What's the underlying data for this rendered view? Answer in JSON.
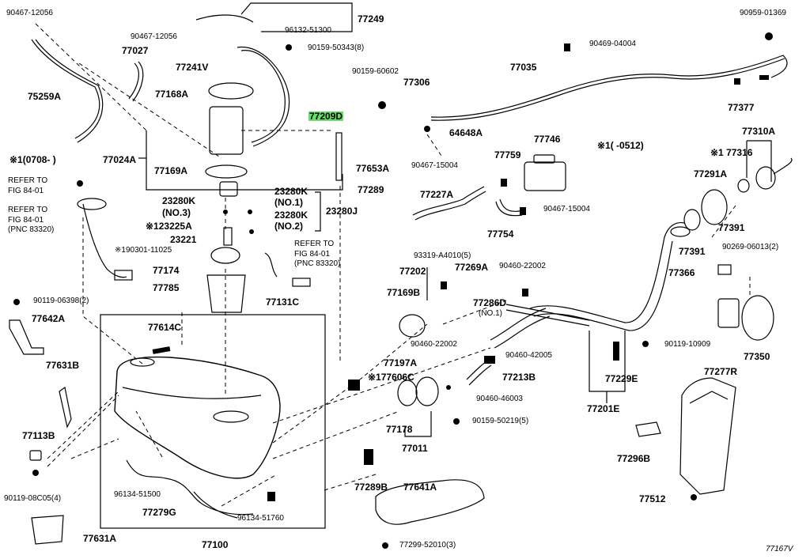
{
  "diagram_id": "77167V",
  "notes": {
    "note_1": "※1(0708-     )",
    "note_2": "※1(     -0512)",
    "refer_1": "REFER TO\nFIG 84-01",
    "refer_2": "REFER TO\nFIG 84-01\n(PNC 83320)",
    "refer_3": "REFER TO\nFIG 84-01\n(PNC 83320)"
  },
  "labels": [
    {
      "id": "p90467-12056-a",
      "text": "90467-12056",
      "size": "s"
    },
    {
      "id": "p77249",
      "text": "77249",
      "size": "b"
    },
    {
      "id": "p96132-51300",
      "text": "96132-51300",
      "size": "s"
    },
    {
      "id": "p90467-12056-b",
      "text": "90467-12056",
      "size": "s"
    },
    {
      "id": "p77027",
      "text": "77027",
      "size": "b"
    },
    {
      "id": "p77241v",
      "text": "77241V",
      "size": "b"
    },
    {
      "id": "p90159-50343",
      "text": "90159-50343(8)",
      "size": "s"
    },
    {
      "id": "p75259a",
      "text": "75259A",
      "size": "b"
    },
    {
      "id": "p77168a",
      "text": "77168A",
      "size": "b"
    },
    {
      "id": "p77209d",
      "text": "77209D",
      "size": "b",
      "highlight": true
    },
    {
      "id": "p77024a",
      "text": "77024A",
      "size": "b"
    },
    {
      "id": "p77169a-top",
      "text": "77169A",
      "size": "b"
    },
    {
      "id": "p77653a",
      "text": "77653A",
      "size": "b"
    },
    {
      "id": "p77289",
      "text": "77289",
      "size": "b"
    },
    {
      "id": "p23280k-1",
      "text": "23280K",
      "size": "b"
    },
    {
      "id": "p23280k-1-no",
      "text": "(NO.1)",
      "size": "b"
    },
    {
      "id": "p23280j",
      "text": "23280J",
      "size": "b"
    },
    {
      "id": "p23280k-3",
      "text": "23280K",
      "size": "b"
    },
    {
      "id": "p23280k-3-no",
      "text": "(NO.3)",
      "size": "b"
    },
    {
      "id": "p23280k-2",
      "text": "23280K",
      "size": "b"
    },
    {
      "id": "p23280k-2-no",
      "text": "(NO.2)",
      "size": "b"
    },
    {
      "id": "p123225a",
      "text": "※123225A",
      "size": "b"
    },
    {
      "id": "p23221",
      "text": "23221",
      "size": "b"
    },
    {
      "id": "p90301-11025",
      "text": "※190301-11025",
      "size": "s"
    },
    {
      "id": "p77174",
      "text": "77174",
      "size": "b"
    },
    {
      "id": "p77785",
      "text": "77785",
      "size": "b"
    },
    {
      "id": "p77131c",
      "text": "77131C",
      "size": "b"
    },
    {
      "id": "p90119-06398",
      "text": "90119-06398(2)",
      "size": "s"
    },
    {
      "id": "p77642a",
      "text": "77642A",
      "size": "b"
    },
    {
      "id": "p77614c",
      "text": "77614C",
      "size": "b"
    },
    {
      "id": "p77631b",
      "text": "77631B",
      "size": "b"
    },
    {
      "id": "p77113b",
      "text": "77113B",
      "size": "b"
    },
    {
      "id": "p90119-08c05",
      "text": "90119-08C05(4)",
      "size": "s"
    },
    {
      "id": "p77631a",
      "text": "77631A",
      "size": "b"
    },
    {
      "id": "p96134-51500",
      "text": "96134-51500",
      "size": "s"
    },
    {
      "id": "p77279g",
      "text": "77279G",
      "size": "b"
    },
    {
      "id": "p96134-51760",
      "text": "96134-51760",
      "size": "s"
    },
    {
      "id": "p77100",
      "text": "77100",
      "size": "b"
    },
    {
      "id": "p90469-04004",
      "text": "90469-04004",
      "size": "s"
    },
    {
      "id": "p90959-01369",
      "text": "90959-01369",
      "size": "s"
    },
    {
      "id": "p90159-60602",
      "text": "90159-60602",
      "size": "s"
    },
    {
      "id": "p77306",
      "text": "77306",
      "size": "b"
    },
    {
      "id": "p77035",
      "text": "77035",
      "size": "b"
    },
    {
      "id": "p77377",
      "text": "77377",
      "size": "b"
    },
    {
      "id": "p64648a",
      "text": "64648A",
      "size": "b"
    },
    {
      "id": "p77310a",
      "text": "77310A",
      "size": "b"
    },
    {
      "id": "p77316",
      "text": "※1 77316",
      "size": "b"
    },
    {
      "id": "p77759",
      "text": "77759",
      "size": "b"
    },
    {
      "id": "p77746",
      "text": "77746",
      "size": "b"
    },
    {
      "id": "p90467-15004-a",
      "text": "90467-15004",
      "size": "s"
    },
    {
      "id": "p77291a",
      "text": "77291A",
      "size": "b"
    },
    {
      "id": "p77227a",
      "text": "77227A",
      "size": "b"
    },
    {
      "id": "p90467-15004-b",
      "text": "90467-15004",
      "size": "s"
    },
    {
      "id": "p77754",
      "text": "77754",
      "size": "b"
    },
    {
      "id": "p77391-a",
      "text": "77391",
      "size": "b"
    },
    {
      "id": "p77391-b",
      "text": "77391",
      "size": "b"
    },
    {
      "id": "p90269-06013",
      "text": "90269-06013(2)",
      "size": "s"
    },
    {
      "id": "p93319-a4010",
      "text": "93319-A4010(5)",
      "size": "s"
    },
    {
      "id": "p77202",
      "text": "77202",
      "size": "b"
    },
    {
      "id": "p77269a",
      "text": "77269A",
      "size": "b"
    },
    {
      "id": "p90460-22002-a",
      "text": "90460-22002",
      "size": "s"
    },
    {
      "id": "p77366",
      "text": "77366",
      "size": "b"
    },
    {
      "id": "p77169b",
      "text": "77169B",
      "size": "b"
    },
    {
      "id": "p77286d",
      "text": "77286D",
      "size": "b"
    },
    {
      "id": "p77286d-no",
      "text": "(NO.1)",
      "size": "s"
    },
    {
      "id": "p90460-22002-b",
      "text": "90460-22002",
      "size": "s"
    },
    {
      "id": "p90460-42005",
      "text": "90460-42005",
      "size": "s"
    },
    {
      "id": "p90119-10909",
      "text": "90119-10909",
      "size": "s"
    },
    {
      "id": "p77350",
      "text": "77350",
      "size": "b"
    },
    {
      "id": "p77197a",
      "text": "77197A",
      "size": "b"
    },
    {
      "id": "p177606c",
      "text": "※177606C",
      "size": "b"
    },
    {
      "id": "p77213b",
      "text": "77213B",
      "size": "b"
    },
    {
      "id": "p77229e",
      "text": "77229E",
      "size": "b"
    },
    {
      "id": "p77277r",
      "text": "77277R",
      "size": "b"
    },
    {
      "id": "p90460-46003",
      "text": "90460-46003",
      "size": "s"
    },
    {
      "id": "p77201e",
      "text": "77201E",
      "size": "b"
    },
    {
      "id": "p77178",
      "text": "77178",
      "size": "b"
    },
    {
      "id": "p90159-50219",
      "text": "90159-50219(5)",
      "size": "s"
    },
    {
      "id": "p77011",
      "text": "77011",
      "size": "b"
    },
    {
      "id": "p77296b",
      "text": "77296B",
      "size": "b"
    },
    {
      "id": "p77289b",
      "text": "77289B",
      "size": "b"
    },
    {
      "id": "p77641a",
      "text": "77641A",
      "size": "b"
    },
    {
      "id": "p77512",
      "text": "77512",
      "size": "b"
    },
    {
      "id": "p77299-52010",
      "text": "77299-52010(3)",
      "size": "s"
    }
  ]
}
